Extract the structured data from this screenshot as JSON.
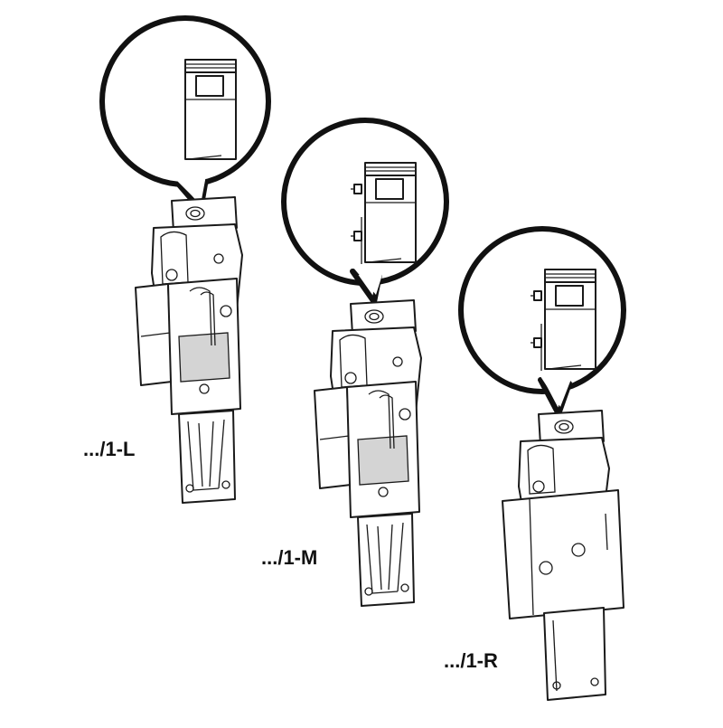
{
  "labels": {
    "variant_l": ".../1-L",
    "variant_m": ".../1-M",
    "variant_r": ".../1-R"
  },
  "colors": {
    "line": "#1a1a1a",
    "fill": "#ffffff",
    "shade": "#d4d4d4"
  }
}
